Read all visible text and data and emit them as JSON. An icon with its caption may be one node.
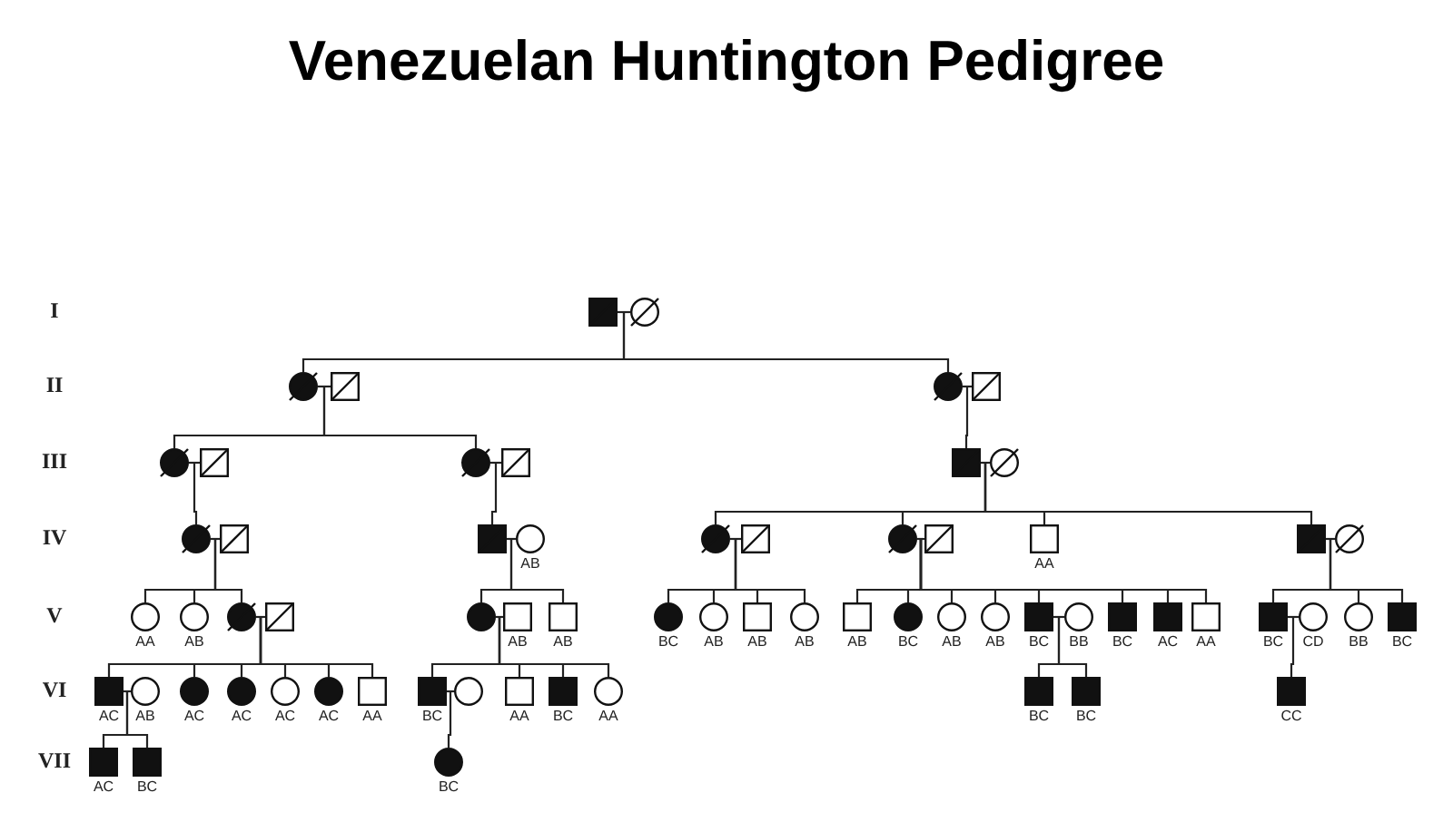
{
  "diagram": {
    "title": "Venezuelan Huntington Pedigree",
    "nodes": [
      {
        "text": [],
        "shape": "box"
      },
      {
        "text": [],
        "shape": "circle"
      },
      {
        "text": [],
        "shape": "circle"
      },
      {
        "text": [],
        "shape": "box"
      },
      {
        "text": [],
        "shape": "circle"
      },
      {
        "text": [],
        "shape": "box"
      },
      {
        "text": [],
        "shape": "circle"
      },
      {
        "text": [],
        "shape": "box"
      },
      {
        "text": [],
        "shape": "circle"
      },
      {
        "text": [],
        "shape": "box"
      },
      {
        "text": [],
        "shape": "box"
      },
      {
        "text": [],
        "shape": "circle"
      },
      {
        "text": [],
        "shape": "circle"
      },
      {
        "text": [],
        "shape": "box"
      },
      {
        "text": [],
        "shape": "box"
      },
      {
        "text": [],
        "shape": "circle",
        "beside": [
          "AB"
        ]
      },
      {
        "text": [],
        "shape": "circle"
      },
      {
        "text": [],
        "shape": "box"
      },
      {
        "text": [],
        "shape": "circle"
      },
      {
        "text": [],
        "shape": "box"
      },
      {
        "text": [],
        "shape": "box",
        "beside": [
          "AA"
        ]
      },
      {
        "text": [],
        "shape": "box"
      },
      {
        "text": [],
        "shape": "circle"
      },
      {
        "text": [],
        "shape": "circle",
        "beside": [
          "AA"
        ]
      },
      {
        "text": [],
        "shape": "circle",
        "beside": [
          "AB"
        ]
      },
      {
        "text": [],
        "shape": "circle"
      },
      {
        "text": [],
        "shape": "box"
      },
      {
        "text": [],
        "shape": "circle"
      },
      {
        "text": [],
        "shape": "box",
        "beside": [
          "AB"
        ]
      },
      {
        "text": [],
        "shape": "box",
        "beside": [
          "AB"
        ]
      },
      {
        "text": [],
        "shape": "circle",
        "beside": [
          "BC"
        ]
      },
      {
        "text": [],
        "shape": "circle",
        "beside": [
          "AB"
        ]
      },
      {
        "text": [],
        "shape": "box",
        "beside": [
          "AB"
        ]
      },
      {
        "text": [],
        "shape": "circle",
        "beside": [
          "AB"
        ]
      },
      {
        "text": [],
        "shape": "box",
        "beside": [
          "AB"
        ]
      },
      {
        "text": [],
        "shape": "circle",
        "beside": [
          "BC"
        ]
      },
      {
        "text": [],
        "shape": "circle",
        "beside": [
          "AB"
        ]
      },
      {
        "text": [],
        "shape": "circle",
        "beside": [
          "AB"
        ]
      },
      {
        "text": [],
        "shape": "box",
        "beside": [
          "BC"
        ]
      },
      {
        "text": [],
        "shape": "circle",
        "beside": [
          "BB"
        ]
      },
      {
        "text": [],
        "shape": "box",
        "beside": [
          "BC"
        ]
      },
      {
        "text": [],
        "shape": "box",
        "beside": [
          "AC"
        ]
      },
      {
        "text": [],
        "shape": "box",
        "beside": [
          "AA"
        ]
      },
      {
        "text": [],
        "shape": "box",
        "beside": [
          "BC"
        ]
      },
      {
        "text": [],
        "shape": "circle",
        "beside": [
          "CD"
        ]
      },
      {
        "text": [],
        "shape": "circle",
        "beside": [
          "BB"
        ]
      },
      {
        "text": [],
        "shape": "box",
        "beside": [
          "BC"
        ]
      },
      {
        "text": [],
        "shape": "box",
        "beside": [
          "AC"
        ]
      },
      {
        "text": [],
        "shape": "circle",
        "beside": [
          "AB"
        ]
      },
      {
        "text": [],
        "shape": "circle",
        "beside": [
          "AC"
        ]
      },
      {
        "text": [],
        "shape": "circle",
        "beside": [
          "AC"
        ]
      },
      {
        "text": [],
        "shape": "circle",
        "beside": [
          "AC"
        ]
      },
      {
        "text": [],
        "shape": "circle",
        "beside": [
          "AC"
        ]
      },
      {
        "text": [],
        "shape": "box",
        "beside": [
          "AA"
        ]
      },
      {
        "text": [],
        "shape": "box",
        "beside": [
          "BC"
        ]
      },
      {
        "text": [],
        "shape": "circle"
      },
      {
        "text": [],
        "shape": "box",
        "beside": [
          "AA"
        ]
      },
      {
        "text": [],
        "shape": "box",
        "beside": [
          "BC"
        ]
      },
      {
        "text": [],
        "shape": "circle",
        "beside": [
          "AA"
        ]
      },
      {
        "text": [],
        "shape": "box",
        "beside": [
          "BC"
        ]
      },
      {
        "text": [],
        "shape": "box",
        "beside": [
          "BC"
        ]
      },
      {
        "text": [],
        "shape": "box",
        "beside": [
          "CC"
        ]
      },
      {
        "text": [],
        "shape": "box",
        "beside": [
          "AC"
        ]
      },
      {
        "text": [],
        "shape": "box",
        "beside": [
          "BC"
        ]
      },
      {
        "text": [],
        "shape": "circle",
        "beside": [
          "BC"
        ]
      }
    ],
    "edges": [
      {
        "from": 0,
        "to": 1,
        "arrow": "none"
      },
      {
        "from": 2,
        "to": 3,
        "arrow": "none"
      },
      {
        "from": 4,
        "to": 5,
        "arrow": "none"
      },
      {
        "from": 6,
        "to": 7,
        "arrow": "none"
      },
      {
        "from": 8,
        "to": 9,
        "arrow": "none"
      },
      {
        "from": 10,
        "to": 11,
        "arrow": "none"
      },
      {
        "from": 12,
        "to": 13,
        "arrow": "none"
      },
      {
        "from": 14,
        "to": 15,
        "arrow": "none"
      },
      {
        "from": 16,
        "to": 17,
        "arrow": "none"
      },
      {
        "from": 18,
        "to": 19,
        "arrow": "none"
      },
      {
        "from": 21,
        "to": 22,
        "arrow": "none"
      },
      {
        "from": 25,
        "to": 26,
        "arrow": "none"
      },
      {
        "from": 27,
        "to": 28,
        "arrow": "none"
      },
      {
        "from": 38,
        "to": 39,
        "arrow": "none"
      },
      {
        "from": 43,
        "to": 44,
        "arrow": "none"
      },
      {
        "from": 47,
        "to": 48,
        "arrow": "none"
      },
      {
        "from": 54,
        "to": 55,
        "arrow": "none"
      },
      {
        "from": 0,
        "to": 2,
        "arrow": "none"
      },
      {
        "from": 0,
        "to": 4,
        "arrow": "none"
      },
      {
        "from": 2,
        "to": 6,
        "arrow": "none"
      },
      {
        "from": 2,
        "to": 8,
        "arrow": "none"
      },
      {
        "from": 4,
        "to": 10,
        "arrow": "none"
      },
      {
        "from": 6,
        "to": 12,
        "arrow": "none"
      },
      {
        "from": 8,
        "to": 14,
        "arrow": "none"
      },
      {
        "from": 10,
        "to": 16,
        "arrow": "none"
      },
      {
        "from": 10,
        "to": 18,
        "arrow": "none"
      },
      {
        "from": 10,
        "to": 20,
        "arrow": "none"
      },
      {
        "from": 10,
        "to": 21,
        "arrow": "none"
      },
      {
        "from": 12,
        "to": 23,
        "arrow": "none"
      },
      {
        "from": 12,
        "to": 24,
        "arrow": "none"
      },
      {
        "from": 12,
        "to": 25,
        "arrow": "none"
      },
      {
        "from": 14,
        "to": 27,
        "arrow": "none"
      },
      {
        "from": 14,
        "to": 29,
        "arrow": "none"
      },
      {
        "from": 16,
        "to": 30,
        "arrow": "none"
      },
      {
        "from": 16,
        "to": 31,
        "arrow": "none"
      },
      {
        "from": 16,
        "to": 32,
        "arrow": "none"
      },
      {
        "from": 16,
        "to": 33,
        "arrow": "none"
      },
      {
        "from": 18,
        "to": 34,
        "arrow": "none"
      },
      {
        "from": 18,
        "to": 35,
        "arrow": "none"
      },
      {
        "from": 18,
        "to": 36,
        "arrow": "none"
      },
      {
        "from": 18,
        "to": 37,
        "arrow": "none"
      },
      {
        "from": 18,
        "to": 38,
        "arrow": "none"
      },
      {
        "from": 18,
        "to": 40,
        "arrow": "none"
      },
      {
        "from": 18,
        "to": 41,
        "arrow": "none"
      },
      {
        "from": 18,
        "to": 42,
        "arrow": "none"
      },
      {
        "from": 21,
        "to": 43,
        "arrow": "none"
      },
      {
        "from": 21,
        "to": 45,
        "arrow": "none"
      },
      {
        "from": 21,
        "to": 46,
        "arrow": "none"
      },
      {
        "from": 25,
        "to": 47,
        "arrow": "none"
      },
      {
        "from": 25,
        "to": 49,
        "arrow": "none"
      },
      {
        "from": 25,
        "to": 50,
        "arrow": "none"
      },
      {
        "from": 25,
        "to": 51,
        "arrow": "none"
      },
      {
        "from": 25,
        "to": 52,
        "arrow": "none"
      },
      {
        "from": 25,
        "to": 53,
        "arrow": "none"
      },
      {
        "from": 27,
        "to": 54,
        "arrow": "none"
      },
      {
        "from": 27,
        "to": 56,
        "arrow": "none"
      },
      {
        "from": 27,
        "to": 57,
        "arrow": "none"
      },
      {
        "from": 27,
        "to": 58,
        "arrow": "none"
      },
      {
        "from": 38,
        "to": 59,
        "arrow": "none"
      },
      {
        "from": 38,
        "to": 60,
        "arrow": "none"
      },
      {
        "from": 43,
        "to": 61,
        "arrow": "none"
      },
      {
        "from": 47,
        "to": 62,
        "arrow": "none"
      },
      {
        "from": 47,
        "to": 63,
        "arrow": "none"
      },
      {
        "from": 54,
        "to": 64,
        "arrow": "none"
      }
    ],
    "labels": [
      "I",
      "II",
      "III",
      "IV",
      "V",
      "VI",
      "VII"
    ]
  }
}
